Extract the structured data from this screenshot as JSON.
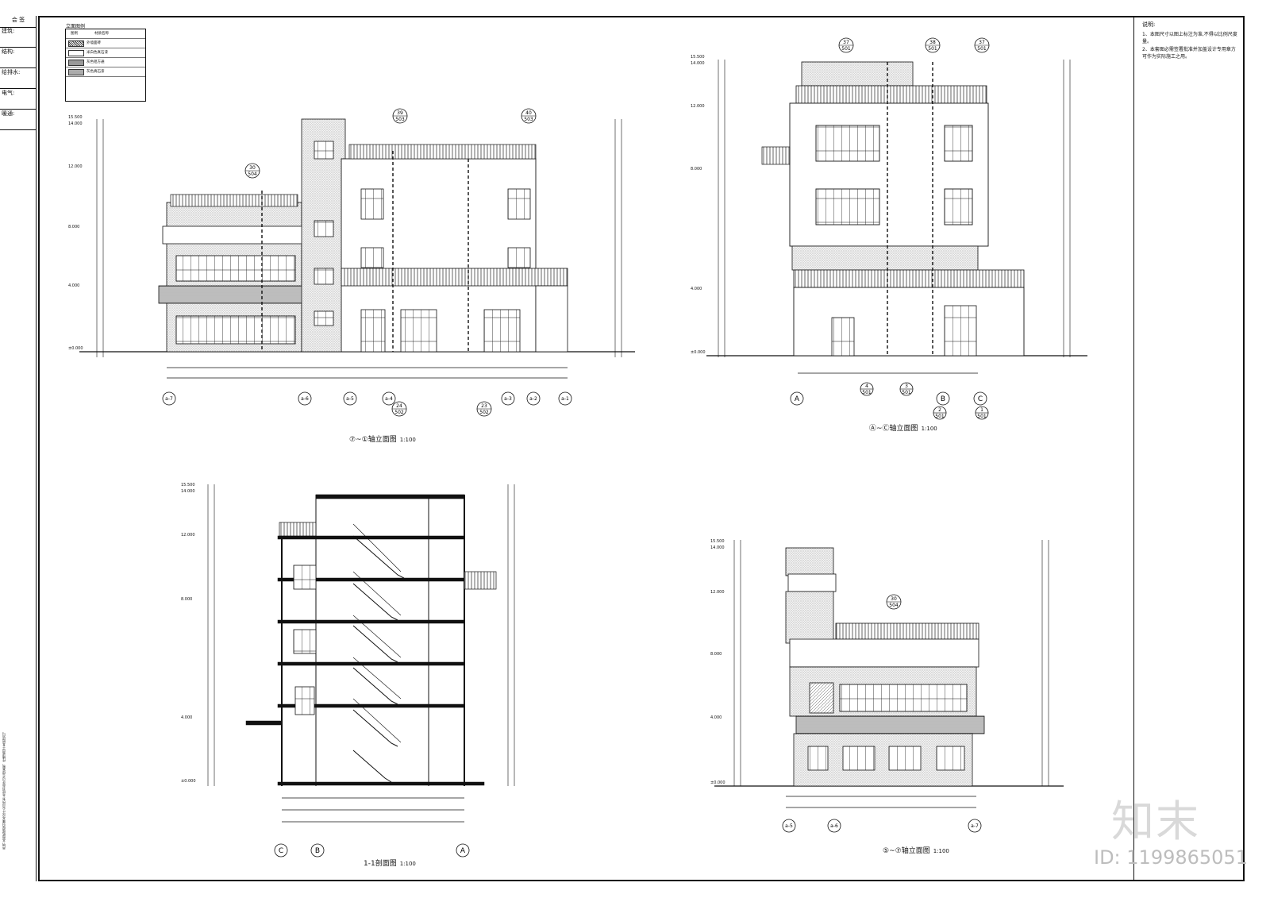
{
  "sign_panel": {
    "header": "会 签",
    "rows": [
      "建筑:",
      "结构:",
      "给排水:",
      "电气:",
      "暖通:"
    ],
    "footnote": "声明:本图纸版权归属本设计公司所有,未经书面许可不得复制、传播或用于其他项目。"
  },
  "notes": {
    "title": "说明:",
    "items": [
      "1、本图尺寸以图上标注为准,不得以比例尺度量。",
      "2、本套图必需签署批准并加盖设计专用章方可作为实际施工之用。"
    ]
  },
  "legend": {
    "title": "立面图例",
    "col_pattern": "图例",
    "col_material": "材质名称",
    "rows": [
      {
        "name": "外墙面砖",
        "fill": "hatch"
      },
      {
        "name": "米白色真石漆",
        "fill": "white"
      },
      {
        "name": "灰色铝方通",
        "fill": "gray"
      },
      {
        "name": "灰色真石漆",
        "fill": "dots"
      }
    ]
  },
  "drawings": {
    "elev1": {
      "caption": "轴立面图",
      "scale": "1:100",
      "prefix": "⑦~①",
      "axes": [
        "a-7",
        "a-6",
        "a-5",
        "a-4",
        "a-3",
        "a-2",
        "a-1"
      ],
      "callouts": [
        {
          "num": "30",
          "sheet": "504"
        },
        {
          "num": "39",
          "sheet": "503"
        },
        {
          "num": "40",
          "sheet": "503"
        },
        {
          "num": "24",
          "sheet": "502"
        },
        {
          "num": "23",
          "sheet": "502"
        }
      ],
      "levels": [
        "15.500",
        "14.000",
        "12.000",
        "8.000",
        "4.000",
        "±0.000"
      ]
    },
    "elev2": {
      "caption": "轴立面图",
      "scale": "1:100",
      "prefix": "Ⓐ~Ⓒ",
      "axes": [
        "A",
        "B",
        "C"
      ],
      "callouts": [
        {
          "num": "37",
          "sheet": "501"
        },
        {
          "num": "38",
          "sheet": "501"
        },
        {
          "num": "37",
          "sheet": "501"
        },
        {
          "num": "4",
          "sheet": "501"
        },
        {
          "num": "3",
          "sheet": "501"
        },
        {
          "num": "2",
          "sheet": "501"
        },
        {
          "num": "1",
          "sheet": "501"
        }
      ],
      "levels": [
        "15.500",
        "14.000",
        "12.000",
        "8.000",
        "4.000",
        "±0.000"
      ]
    },
    "section": {
      "caption": "1-1剖面图",
      "scale": "1:100",
      "axes": [
        "C",
        "B",
        "A"
      ],
      "levels": [
        "15.500",
        "14.000",
        "12.000",
        "8.000",
        "4.000",
        "±0.000"
      ]
    },
    "elev3": {
      "caption": "轴立面图",
      "scale": "1:100",
      "prefix": "⑤~⑦",
      "axes": [
        "a-5",
        "a-6",
        "a-7"
      ],
      "callouts": [
        {
          "num": "30",
          "sheet": "504"
        }
      ],
      "levels": [
        "15.500",
        "14.000",
        "12.000",
        "8.000",
        "4.000",
        "±0.000"
      ]
    }
  },
  "watermark": {
    "logo": "知末",
    "id": "ID: 1199865051"
  }
}
